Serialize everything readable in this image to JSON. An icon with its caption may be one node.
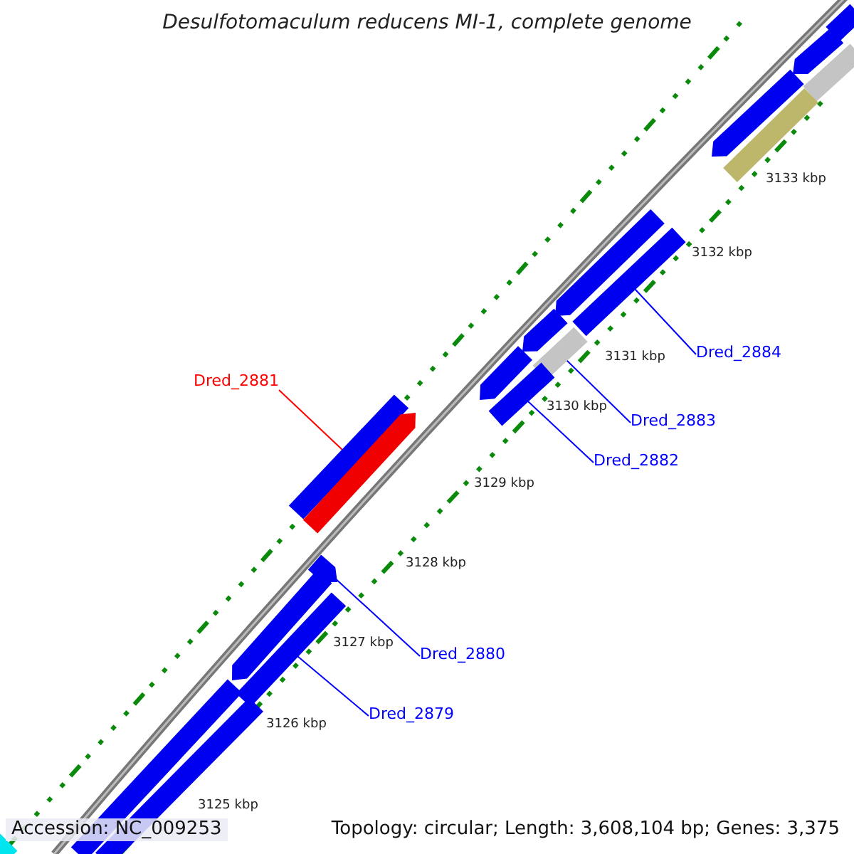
{
  "diagram": {
    "title": "Desulfotomaculum reducens MI-1, complete genome",
    "nodes": [
      {
        "text": [
          "Dred_2881"
        ]
      },
      {
        "text": [
          "Dred_2884"
        ]
      },
      {
        "text": [
          "Dred_2883"
        ]
      },
      {
        "text": [
          "Dred_2882"
        ]
      },
      {
        "text": [
          "Dred_2880"
        ]
      },
      {
        "text": [
          "Dred_2879"
        ]
      },
      {
        "text": [],
        "shape": "bar"
      },
      {
        "text": [],
        "shape": "arrow"
      },
      {
        "text": [],
        "shape": "bar"
      },
      {
        "text": [],
        "shape": "arrow"
      },
      {
        "text": [],
        "shape": "bar"
      },
      {
        "text": [],
        "shape": "arrow"
      },
      {
        "text": [],
        "shape": "bar"
      },
      {
        "text": [],
        "shape": "arrow"
      },
      {
        "text": [],
        "shape": "bar"
      },
      {
        "text": [],
        "shape": "arrow"
      },
      {
        "text": [],
        "shape": "bar"
      },
      {
        "text": [],
        "shape": "bar"
      },
      {
        "text": [],
        "shape": "arrow"
      },
      {
        "text": [],
        "shape": "arrow"
      },
      {
        "text": [],
        "shape": "arrow"
      },
      {
        "text": [],
        "shape": "bar"
      },
      {
        "text": [],
        "shape": "bar"
      },
      {
        "text": [],
        "shape": "bar"
      },
      {
        "text": [],
        "shape": "bar"
      }
    ],
    "edges": [
      {
        "from": 0,
        "to": 18,
        "arrow": "none",
        "color": "#ff0000"
      },
      {
        "from": 1,
        "to": 12,
        "arrow": "none"
      },
      {
        "from": 2,
        "to": 14,
        "arrow": "none"
      },
      {
        "from": 3,
        "to": 16,
        "arrow": "none"
      },
      {
        "from": 4,
        "to": 19,
        "arrow": "none"
      },
      {
        "from": 5,
        "to": 21,
        "arrow": "none"
      }
    ],
    "labels": [
      "3133 kbp",
      "3132 kbp",
      "3131 kbp",
      "3130 kbp",
      "3129 kbp",
      "3128 kbp",
      "3127 kbp",
      "3126 kbp",
      "3125 kbp",
      "Accession: NC_009253",
      "Topology: circular; Length: 3,608,104 bp; Genes: 3,375"
    ]
  }
}
